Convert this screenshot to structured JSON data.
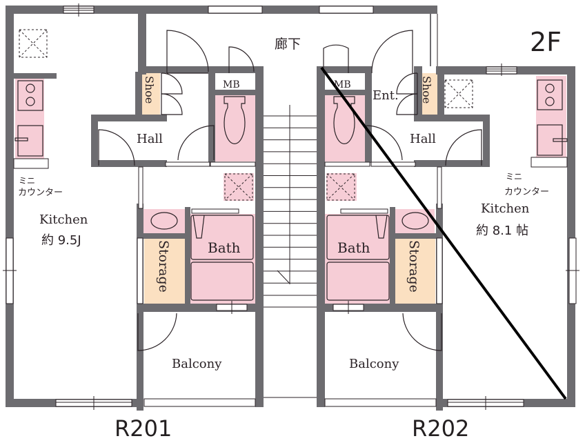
{
  "floor_label": "2F",
  "corridor_label": "廊下",
  "units": [
    {
      "id": "R201",
      "rooms": {
        "shoe": "Shoe",
        "mb": "MB",
        "hall": "Hall",
        "kitchen": "Kitchen",
        "kitchen_size": "約 9.5J",
        "counter_line1": "ミニ",
        "counter_line2": "カウンター",
        "bath": "Bath",
        "storage": "Storage",
        "balcony": "Balcony"
      }
    },
    {
      "id": "R202",
      "rooms": {
        "shoe": "Shoe",
        "mb": "MB",
        "entrance": "Ent.",
        "hall": "Hall",
        "kitchen": "Kitchen",
        "kitchen_size": "約 8.1 帖",
        "counter_line1": "ミニ",
        "counter_line2": "カウンター",
        "bath": "Bath",
        "storage": "Storage",
        "balcony": "Balcony"
      }
    }
  ],
  "colors": {
    "wall": "#6d6c70",
    "wet_area": "#f6cdd6",
    "storage": "#fbe0c1",
    "annotation_line": "#000000"
  }
}
